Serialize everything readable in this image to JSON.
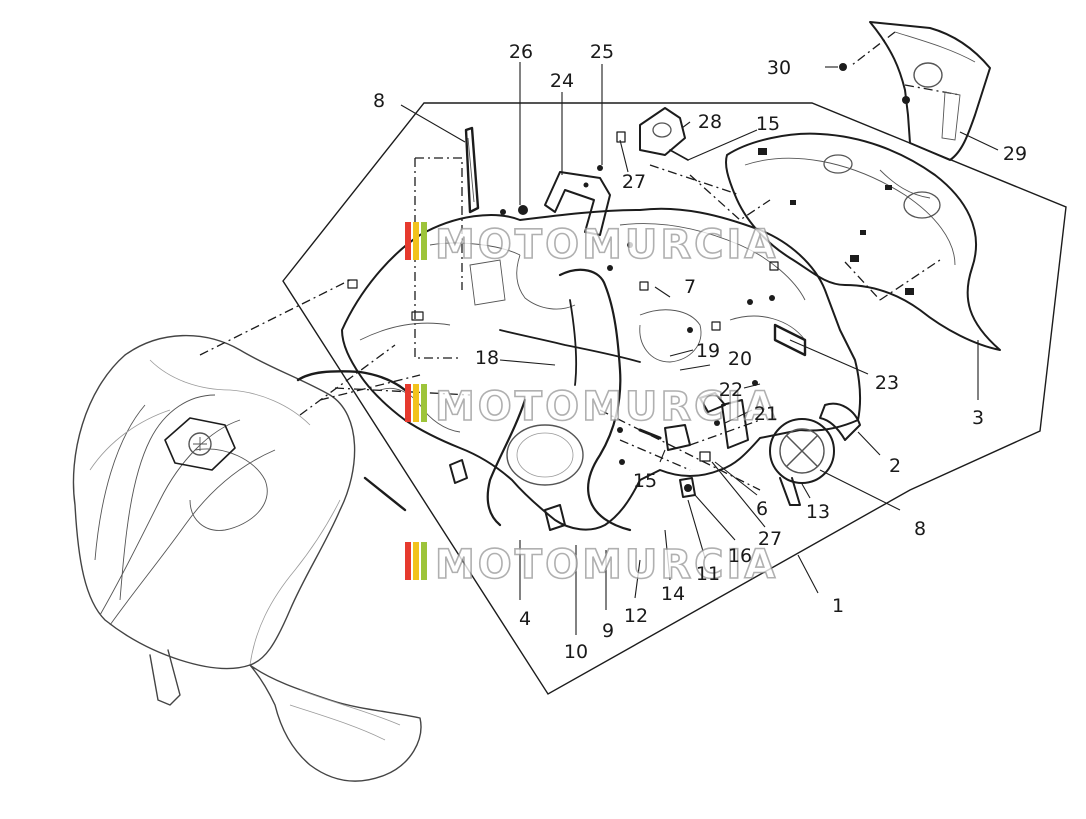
{
  "watermark": {
    "text": "MOTOMURCIA",
    "stripe_colors": [
      "#e63a2e",
      "#f2c21c",
      "#9dc43a"
    ]
  },
  "callouts": [
    {
      "id": "c1",
      "label": "1"
    },
    {
      "id": "c2",
      "label": "2"
    },
    {
      "id": "c3",
      "label": "3"
    },
    {
      "id": "c4",
      "label": "4"
    },
    {
      "id": "c6",
      "label": "6"
    },
    {
      "id": "c7",
      "label": "7"
    },
    {
      "id": "c8a",
      "label": "8"
    },
    {
      "id": "c8b",
      "label": "8"
    },
    {
      "id": "c9",
      "label": "9"
    },
    {
      "id": "c10",
      "label": "10"
    },
    {
      "id": "c11",
      "label": "11"
    },
    {
      "id": "c12",
      "label": "12"
    },
    {
      "id": "c13",
      "label": "13"
    },
    {
      "id": "c14",
      "label": "14"
    },
    {
      "id": "c15a",
      "label": "15"
    },
    {
      "id": "c15b",
      "label": "15"
    },
    {
      "id": "c16",
      "label": "16"
    },
    {
      "id": "c18",
      "label": "18"
    },
    {
      "id": "c19",
      "label": "19"
    },
    {
      "id": "c20",
      "label": "20"
    },
    {
      "id": "c21",
      "label": "21"
    },
    {
      "id": "c22",
      "label": "22"
    },
    {
      "id": "c23",
      "label": "23"
    },
    {
      "id": "c24",
      "label": "24"
    },
    {
      "id": "c25",
      "label": "25"
    },
    {
      "id": "c26",
      "label": "26"
    },
    {
      "id": "c27a",
      "label": "27"
    },
    {
      "id": "c27b",
      "label": "27"
    },
    {
      "id": "c28",
      "label": "28"
    },
    {
      "id": "c29",
      "label": "29"
    },
    {
      "id": "c30",
      "label": "30"
    }
  ]
}
